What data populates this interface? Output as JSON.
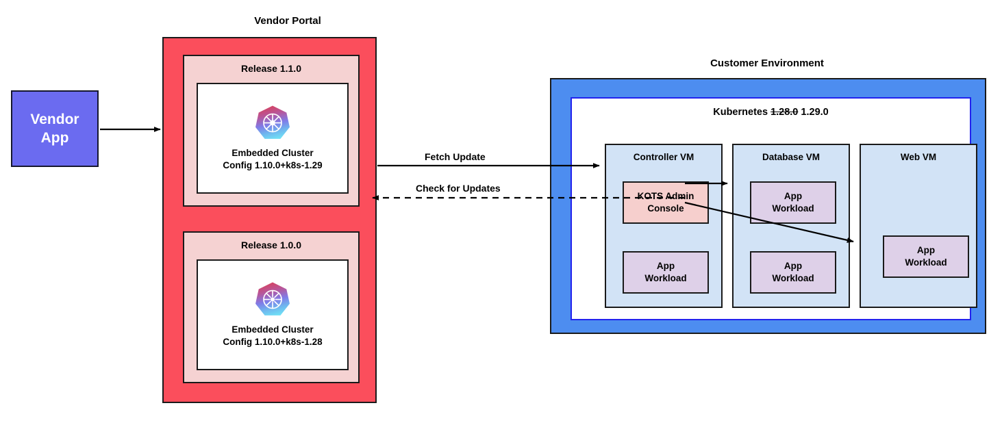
{
  "diagram": {
    "title_vendor_portal": "Vendor Portal",
    "title_customer_env": "Customer Environment"
  },
  "vendor_app": {
    "label_line1": "Vendor",
    "label_line2": "App",
    "color": "#6b6bf0"
  },
  "vendor_portal": {
    "color": "#fb4e5c",
    "releases": [
      {
        "title": "Release 1.1.0",
        "icon": "kubernetes-icon",
        "cluster_line1": "Embedded Cluster",
        "cluster_line2": "Config 1.10.0+k8s-1.29"
      },
      {
        "title": "Release 1.0.0",
        "icon": "kubernetes-icon",
        "cluster_line1": "Embedded Cluster",
        "cluster_line2": "Config 1.10.0+k8s-1.28"
      }
    ]
  },
  "customer_env": {
    "color": "#4d8df0",
    "kubernetes_label_prefix": "Kubernetes",
    "kubernetes_version_old": "1.28.0",
    "kubernetes_version_new": "1.29.0",
    "vms": [
      {
        "name": "Controller VM",
        "nodes": [
          {
            "type": "kots",
            "line1": "KOTS Admin",
            "line2": "Console",
            "color": "#f6cfcd"
          },
          {
            "type": "workload",
            "line1": "App",
            "line2": "Workload",
            "color": "#ded0e8"
          }
        ]
      },
      {
        "name": "Database VM",
        "nodes": [
          {
            "type": "workload",
            "line1": "App",
            "line2": "Workload",
            "color": "#ded0e8"
          },
          {
            "type": "workload",
            "line1": "App",
            "line2": "Workload",
            "color": "#ded0e8"
          }
        ]
      },
      {
        "name": "Web VM",
        "nodes": [
          {
            "type": "workload",
            "line1": "App",
            "line2": "Workload",
            "color": "#ded0e8"
          }
        ]
      }
    ]
  },
  "connections": {
    "fetch_update": "Fetch Update",
    "check_for_updates": "Check for Updates"
  }
}
